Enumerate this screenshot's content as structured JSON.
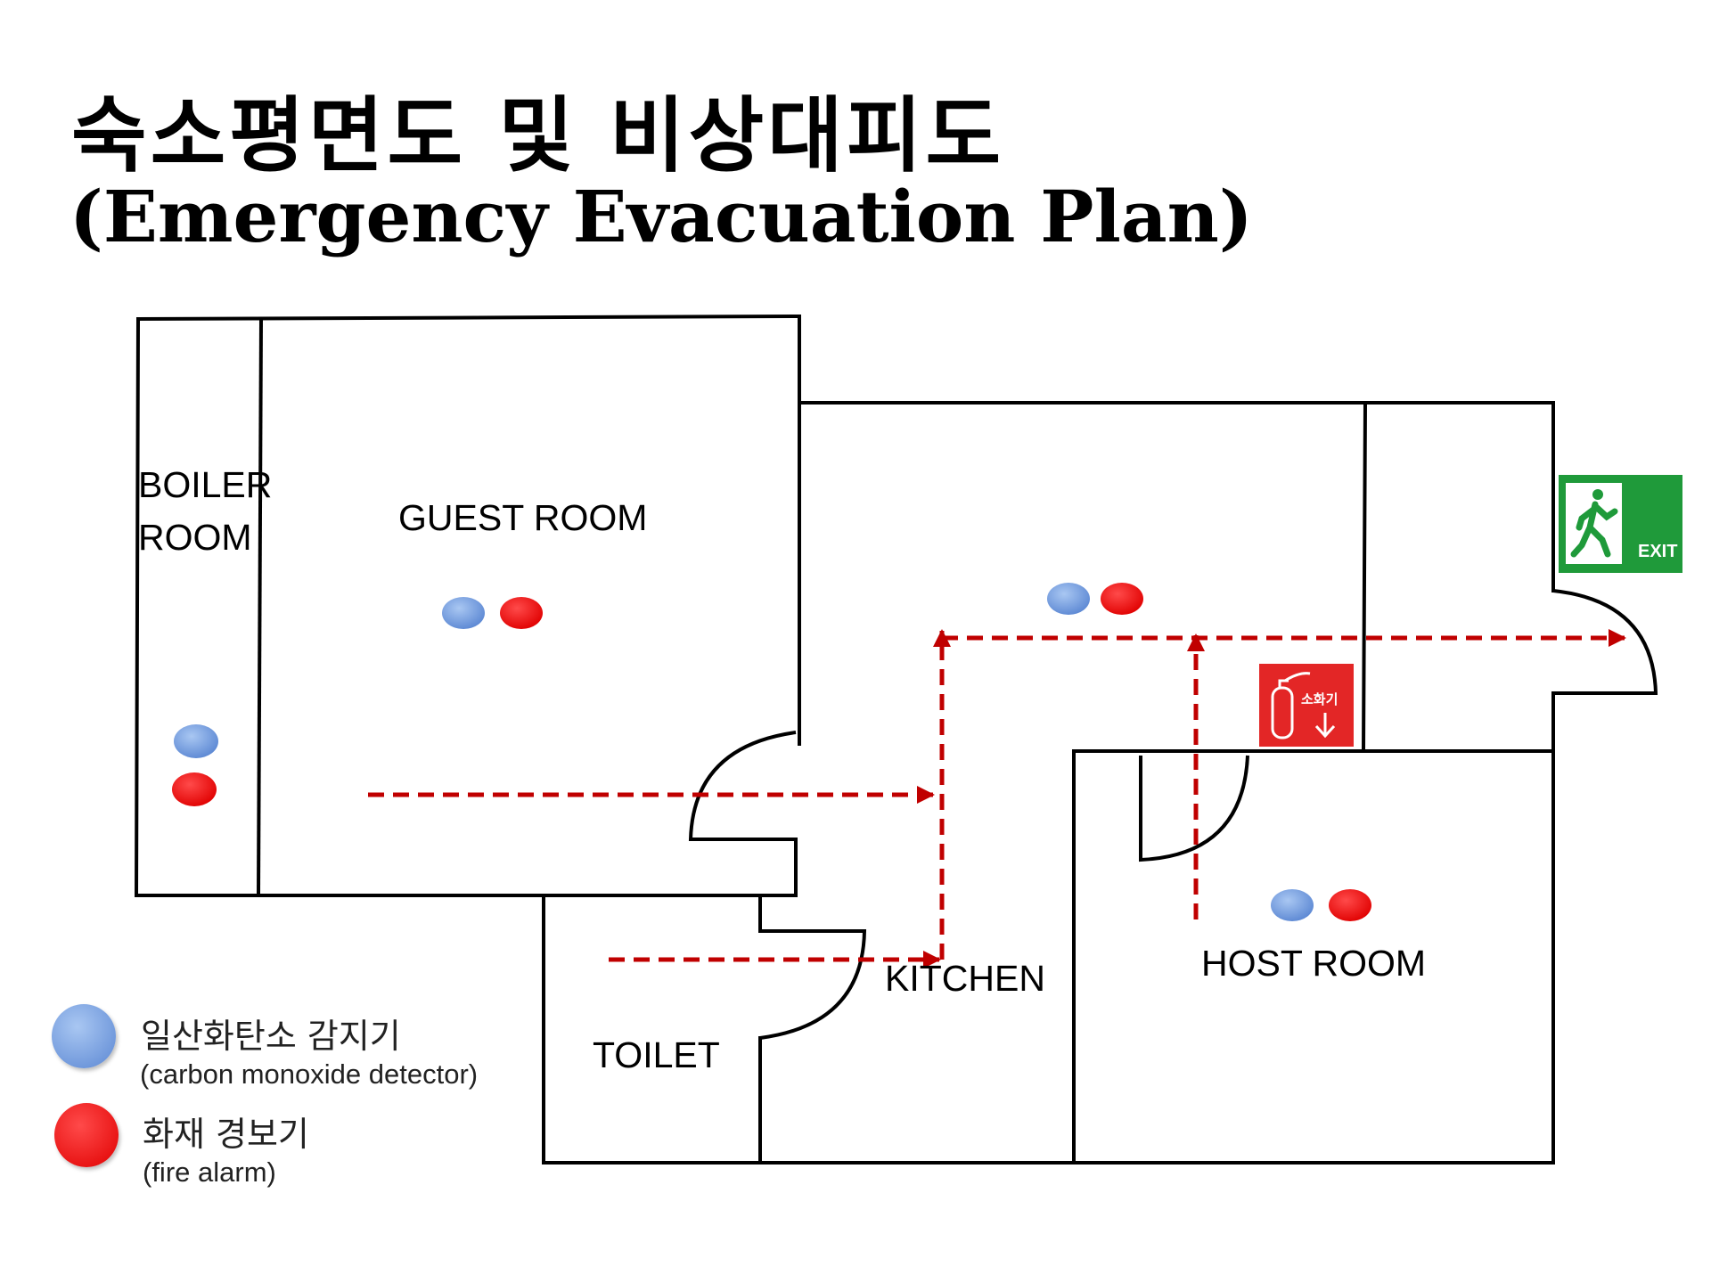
{
  "title": {
    "korean": "숙소평면도 및 비상대피도",
    "english": "(Emergency Evacuation Plan)"
  },
  "rooms": {
    "boiler_line1": "BOILER",
    "boiler_line2": "ROOM",
    "guest": "GUEST ROOM",
    "kitchen": "KITCHEN",
    "host": "HOST ROOM",
    "toilet": "TOILET"
  },
  "signs": {
    "exit": "EXIT",
    "extinguisher": "소화기"
  },
  "legend": {
    "co_detector_ko": "일산화탄소 감지기",
    "co_detector_en": "(carbon monoxide detector)",
    "fire_alarm_ko": "화재 경보기",
    "fire_alarm_en": "(fire alarm)"
  },
  "colors": {
    "co_detector": "#6f9be0",
    "fire_alarm": "#ff0000",
    "evacuation_route": "#c00000",
    "exit_sign": "#1f9a3a",
    "extinguisher_sign": "#e32626"
  }
}
